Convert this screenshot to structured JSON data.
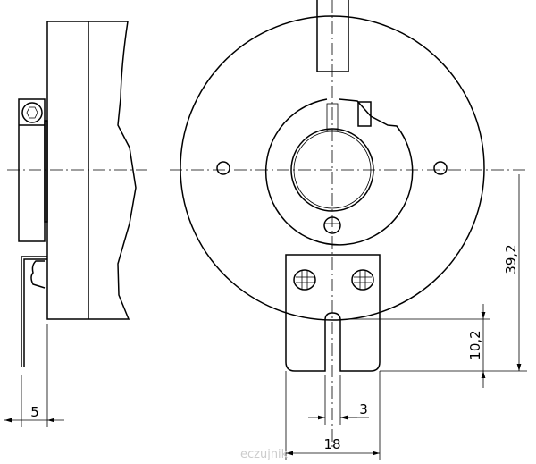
{
  "drawing": {
    "dimensions": {
      "bracket_offset": "5",
      "slot_width": "3",
      "bracket_width": "18",
      "slot_depth": "10,2",
      "center_height": "39,2"
    },
    "watermark": "eczujnik"
  }
}
